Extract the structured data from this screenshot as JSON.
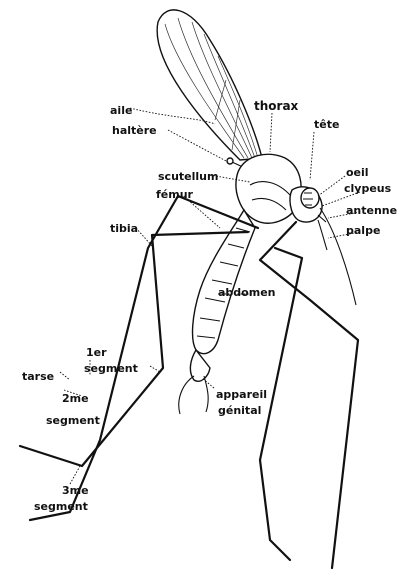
{
  "labels": {
    "aile": "aile",
    "haltere": "haltère",
    "thorax": "thorax",
    "tete": "tête",
    "scutellum": "scutellum",
    "femur": "fémur",
    "oeil": "oeil",
    "clypeus": "clypeus",
    "antenne": "antenne",
    "palpe": "palpe",
    "tibia": "tibia",
    "abdomen": "abdomen",
    "tarse": "tarse",
    "seg1_a": "1er",
    "seg1_b": "segment",
    "seg2_a": "2me",
    "seg2_b": "segment",
    "seg3_a": "3me",
    "seg3_b": "segment",
    "appareil": "appareil",
    "genital": "génital"
  },
  "colors": {
    "ink": "#111111",
    "paper": "#ffffff"
  }
}
